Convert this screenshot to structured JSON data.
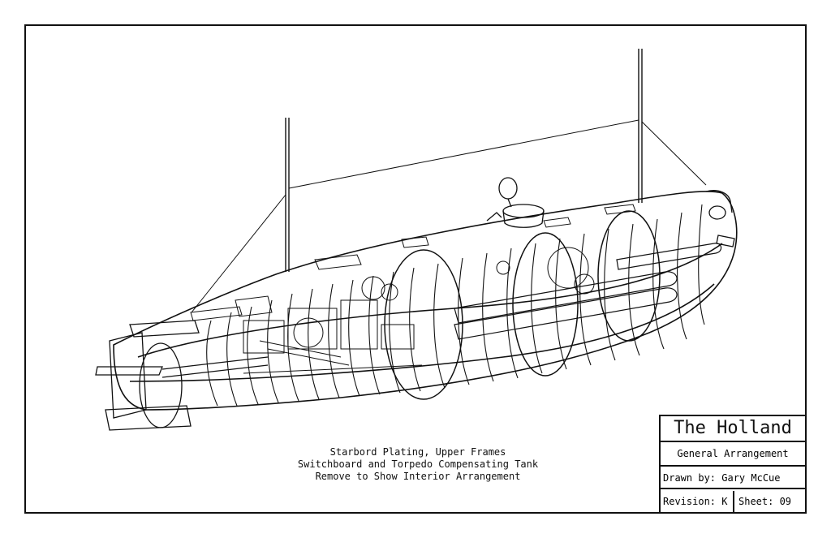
{
  "caption": {
    "line1": "Starbord Plating, Upper Frames",
    "line2": "Switchboard and Torpedo Compensating Tank",
    "line3": "Remove to Show Interior Arrangement"
  },
  "title_block": {
    "title": "The Holland",
    "subtitle": "General Arrangement",
    "drawn_by": "Drawn by: Gary McCue",
    "revision": "Revision: K",
    "sheet": "Sheet: 09"
  }
}
